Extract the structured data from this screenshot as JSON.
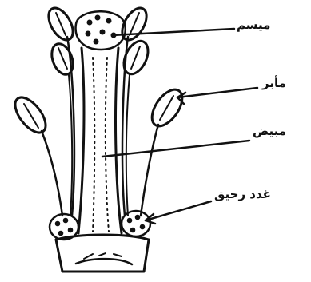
{
  "labels": {
    "stigma": "ميسم",
    "anther": "مأبر",
    "ovary": "مبيض",
    "gland": "غدد رحيق"
  },
  "colors": {
    "ink": "#111111",
    "paper": "#ffffff"
  }
}
